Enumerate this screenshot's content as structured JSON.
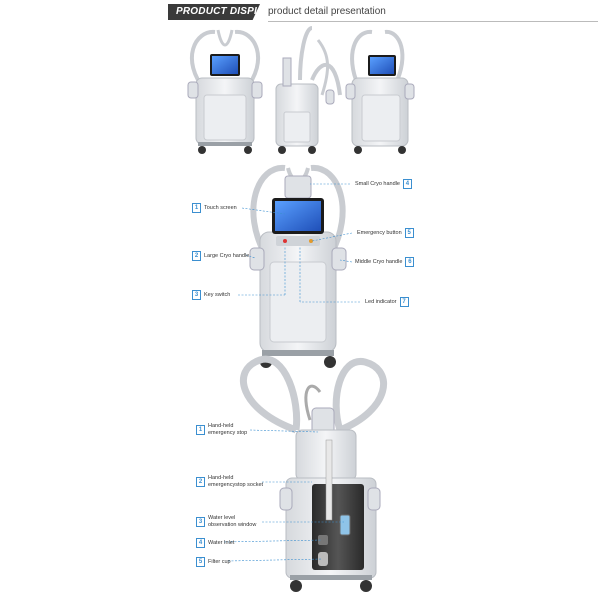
{
  "header": {
    "title": "PRODUCT DISPLAY",
    "subtitle": "product detail presentation"
  },
  "section1": {
    "callouts": [
      {
        "num": "1",
        "text": "Touch screen"
      },
      {
        "num": "2",
        "text": "Large Cryo handle"
      },
      {
        "num": "3",
        "text": "Key switch"
      },
      {
        "num": "4",
        "text": "Small Cryo handle"
      },
      {
        "num": "5",
        "text": "Emergency button"
      },
      {
        "num": "6",
        "text": "Middle Cryo handle"
      },
      {
        "num": "7",
        "text": "Led indicator"
      }
    ]
  },
  "section2": {
    "callouts": [
      {
        "num": "1",
        "text": "Hand-held emergency stop"
      },
      {
        "num": "2",
        "text": "Hand-held emergencystop socket"
      },
      {
        "num": "3",
        "text": "Water level observation window"
      },
      {
        "num": "4",
        "text": "Water Inlet"
      },
      {
        "num": "5",
        "text": "Filter cup"
      }
    ]
  },
  "colors": {
    "accent": "#3b8fd0",
    "screen": "#2f6fd6",
    "body": "#e9ebee",
    "frame": "#b9bdc3"
  }
}
